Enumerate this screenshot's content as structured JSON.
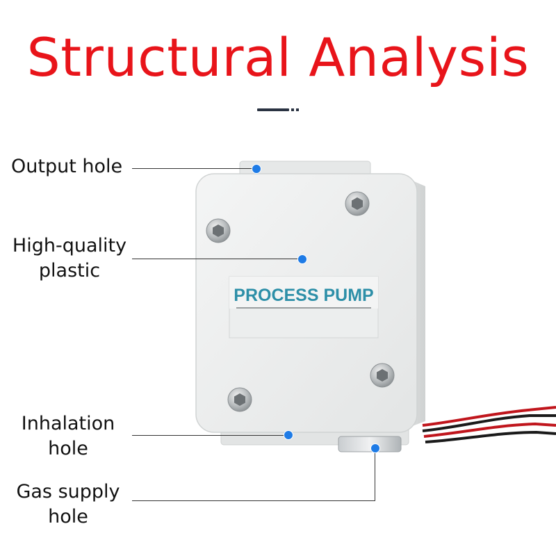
{
  "title": "Structural Analysis",
  "colors": {
    "title": "#e8141a",
    "marker": "#1e7be6",
    "plate_text": "#2d8fa8"
  },
  "product": {
    "plate_text": "PROCESS PUMP"
  },
  "callouts": {
    "output": {
      "label": "Output hole"
    },
    "plastic": {
      "line1": "High-quality",
      "line2": "plastic"
    },
    "inhalation": {
      "line1": "Inhalation",
      "line2": "hole"
    },
    "gas": {
      "line1": "Gas supply",
      "line2": "hole"
    }
  }
}
